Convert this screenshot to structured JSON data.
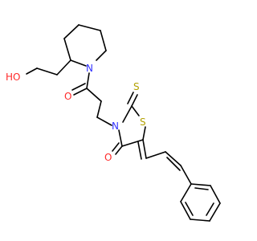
{
  "atoms": {
    "hydroxyl": "HO",
    "piperidine_nitrogen": "N",
    "amide_oxygen": "O",
    "thiazolidine_nitrogen": "N",
    "thione_sulfur": "S",
    "ring_sulfur": "S",
    "carbonyl_oxygen": "O"
  },
  "colors": {
    "bond": "#000000",
    "nitrogen": "#3333ff",
    "oxygen": "#ff2a2a",
    "sulfur": "#b3a100",
    "background": "#ffffff"
  }
}
